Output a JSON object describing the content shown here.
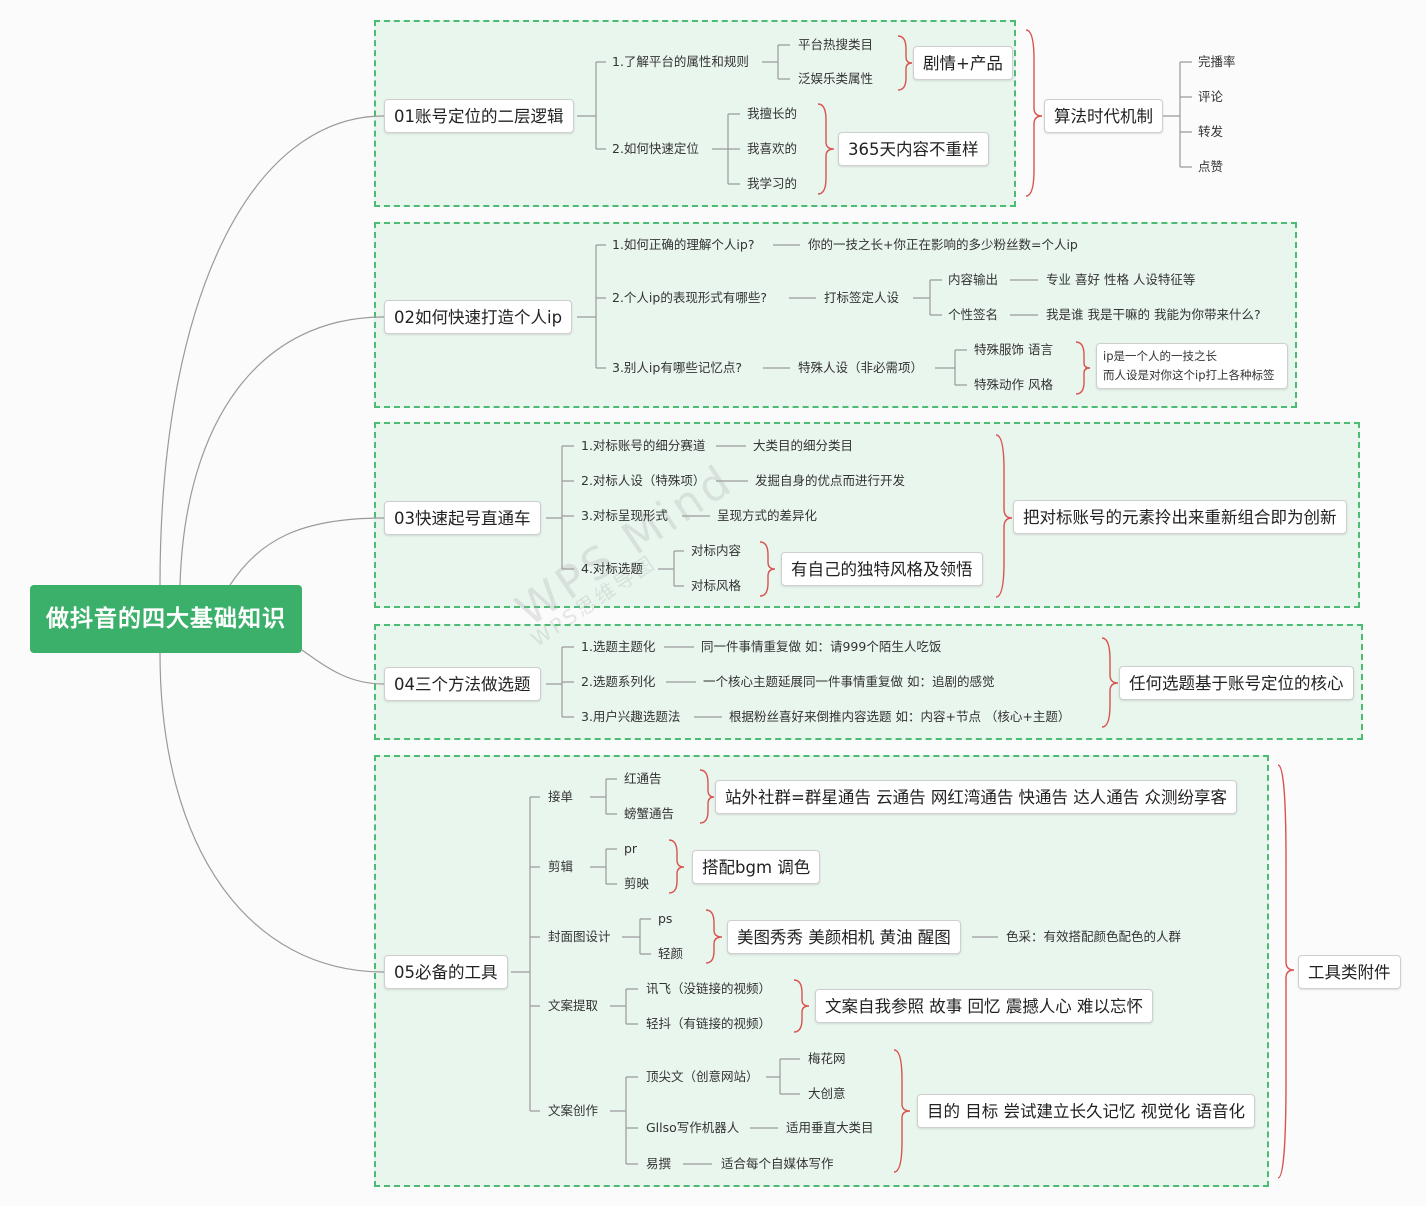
{
  "root": "做抖音的四大基础知识",
  "watermark": "WPS Mind",
  "watermark_sub": "WPS思维导图",
  "s1": {
    "title": "01账号定位的二层逻辑",
    "q1": "1.了解平台的属性和规则",
    "q1a": "平台热搜类目",
    "q1b": "泛娱乐类属性",
    "q1s": "剧情+产品",
    "q2": "2.如何快速定位",
    "q2a": "我擅长的",
    "q2b": "我喜欢的",
    "q2c": "我学习的",
    "q2s": "365天内容不重样",
    "algo": "算法时代机制",
    "m1": "完播率",
    "m2": "评论",
    "m3": "转发",
    "m4": "点赞"
  },
  "s2": {
    "title": "02如何快速打造个人ip",
    "q1": "1.如何正确的理解个人ip?",
    "q1a": "你的一技之长+你正在影响的多少粉丝数=个人ip",
    "q2": "2.个人ip的表现形式有哪些?",
    "q2a": "打标签定人设",
    "q2b": "内容输出",
    "q2c": "个性签名",
    "q2b1": "专业 喜好 性格 人设特征等",
    "q2c1": "我是谁 我是干嘛的 我能为你带来什么?",
    "q3": "3.别人ip有哪些记忆点?",
    "q3a": "特殊人设（非必需项）",
    "q3b": "特殊服饰 语言",
    "q3c": "特殊动作 风格",
    "note1": "ip是一个人的一技之长",
    "note2": "而人设是对你这个ip打上各种标签"
  },
  "s3": {
    "title": "03快速起号直通车",
    "q1": "1.对标账号的细分赛道",
    "q1a": "大类目的细分类目",
    "q2": "2.对标人设（特殊项）",
    "q2a": "发掘自身的优点而进行开发",
    "q3": "3.对标呈现形式",
    "q3a": "呈现方式的差异化",
    "q4": "4.对标选题",
    "q4a": "对标内容",
    "q4b": "对标风格",
    "q4s": "有自己的独特风格及领悟",
    "sum": "把对标账号的元素拎出来重新组合即为创新"
  },
  "s4": {
    "title": "04三个方法做选题",
    "q1": "1.选题主题化",
    "q1a": "同一件事情重复做 如：请999个陌生人吃饭",
    "q2": "2.选题系列化",
    "q2a": "一个核心主题延展同一件事情重复做 如：追剧的感觉",
    "q3": "3.用户兴趣选题法",
    "q3a": "根据粉丝喜好来倒推内容选题 如：内容+节点 （核心+主题）",
    "sum": "任何选题基于账号定位的核心"
  },
  "s5": {
    "title": "05必备的工具",
    "c1": "接单",
    "c1a": "红通告",
    "c1b": "螃蟹通告",
    "c1s": "站外社群=群星通告 云通告 网红湾通告 快通告 达人通告 众测纷享客",
    "c2": "剪辑",
    "c2a": "pr",
    "c2b": "剪映",
    "c2s": "搭配bgm 调色",
    "c3": "封面图设计",
    "c3a": "ps",
    "c3b": "轻颜",
    "c3s": "美图秀秀 美颜相机 黄油 醒图",
    "c3n": "色采：有效搭配颜色配色的人群",
    "c4": "文案提取",
    "c4a": "讯飞（没链接的视频）",
    "c4b": "轻抖（有链接的视频）",
    "c4s": "文案自我参照 故事 回忆 震撼人心 难以忘怀",
    "c5": "文案创作",
    "c5a": "顶尖文（创意网站）",
    "c5a1": "梅花网",
    "c5a2": "大创意",
    "c5b": "Gllso写作机器人",
    "c5b1": "适用垂直大类目",
    "c5c": "易撰",
    "c5c1": "适合每个自媒体写作",
    "c5s": "目的 目标 尝试建立长久记忆 视觉化 语音化",
    "sum": "工具类附件"
  }
}
